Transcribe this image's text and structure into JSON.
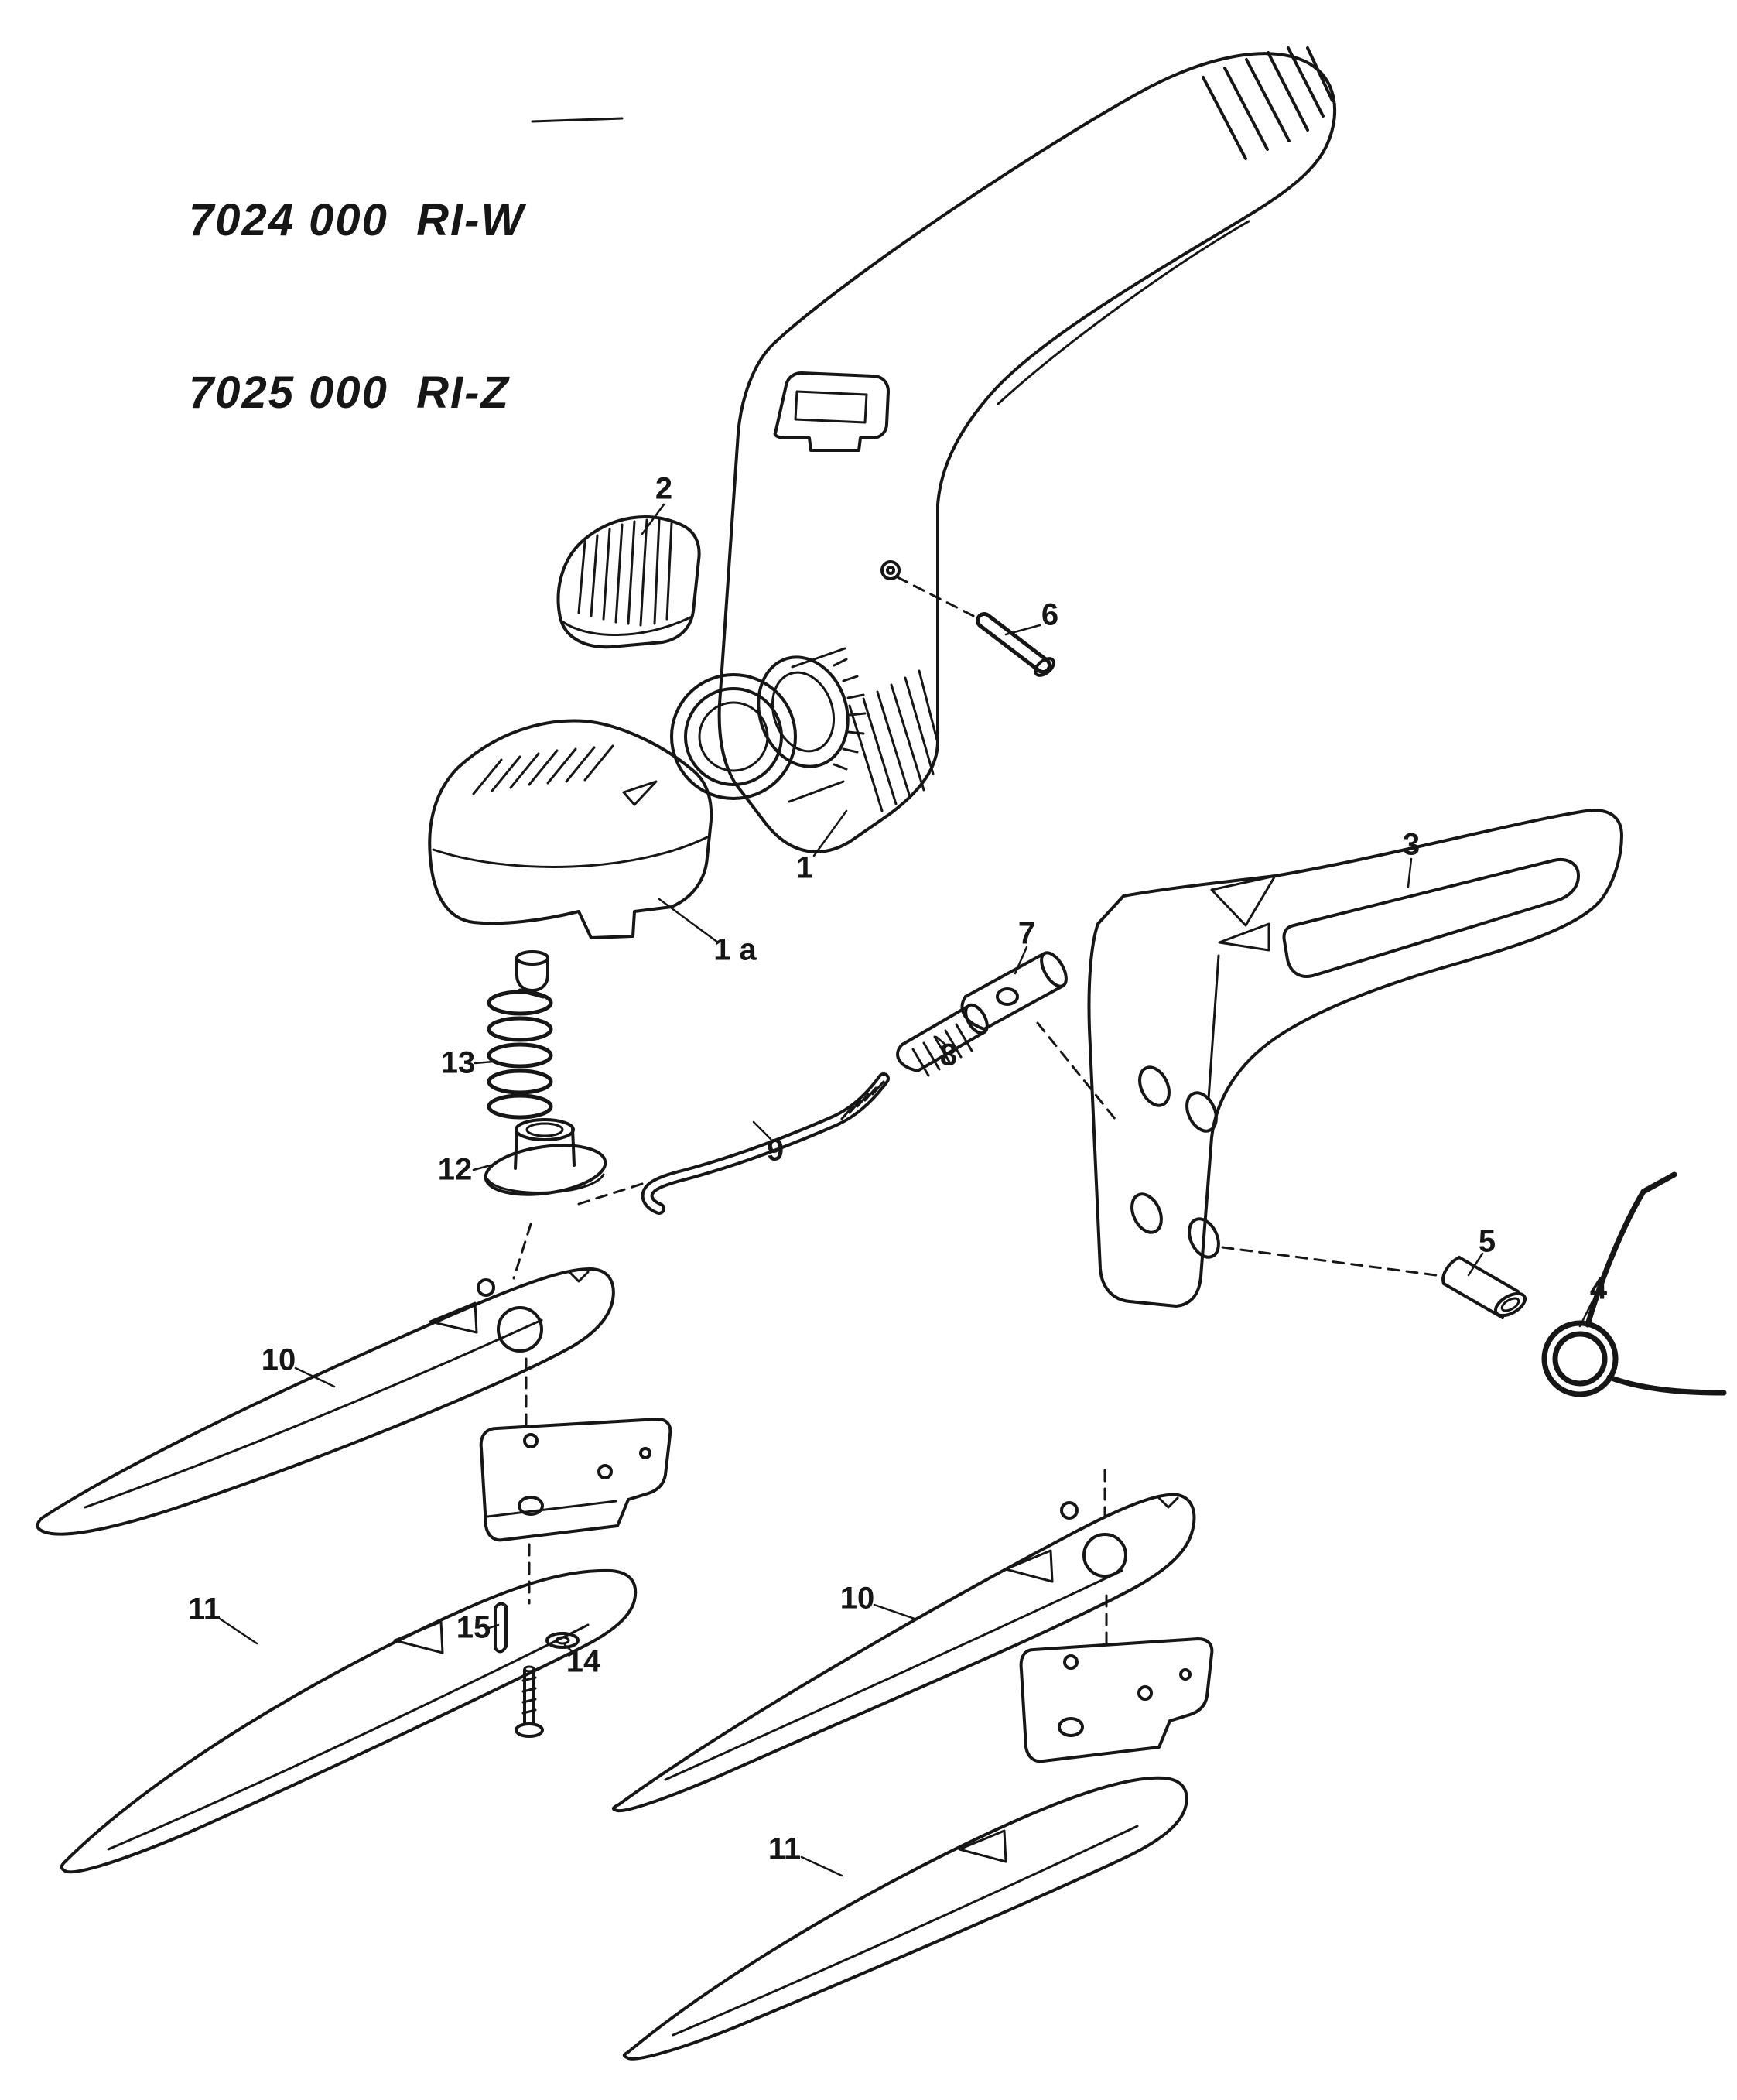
{
  "document": {
    "title_line1": "7024 000  RI-W",
    "title_line2": "7025 000  RI-Z"
  },
  "callouts": {
    "c1": "1",
    "c1a": "1 a",
    "c2": "2",
    "c3": "3",
    "c4": "4",
    "c5": "5",
    "c6": "6",
    "c7": "7",
    "c8": "8",
    "c9": "9",
    "c10": "10",
    "c11": "11",
    "c12": "12",
    "c13": "13",
    "c14": "14",
    "c15": "15"
  },
  "colors": {
    "ink": "#161616",
    "paper": "#ffffff"
  }
}
